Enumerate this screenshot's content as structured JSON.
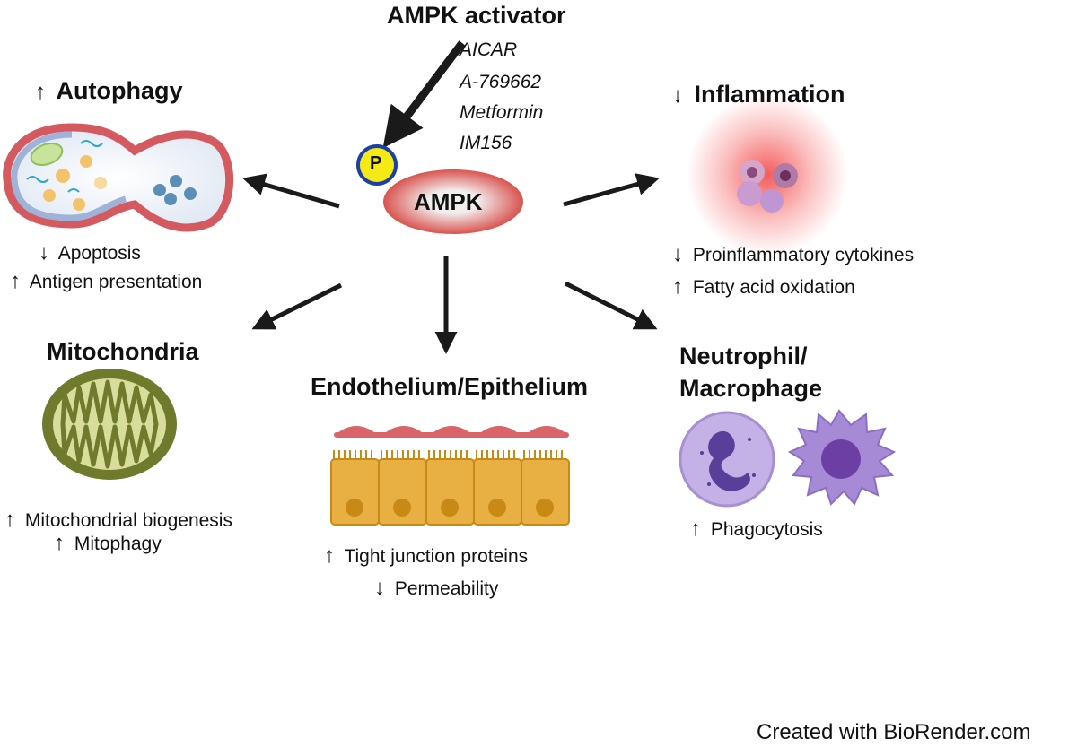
{
  "activator": {
    "title": "AMPK activator",
    "drugs": [
      "AICAR",
      "A-769662",
      "Metformin",
      "IM156"
    ]
  },
  "center": {
    "label": "AMPK",
    "phospho": "P"
  },
  "autophagy": {
    "arrow": "↑",
    "title": "Autophagy",
    "effects": [
      {
        "arrow": "↓",
        "text": "Apoptosis"
      },
      {
        "arrow": "↑",
        "text": "Antigen presentation"
      }
    ]
  },
  "inflammation": {
    "arrow": "↓",
    "title": "Inflammation",
    "effects": [
      {
        "arrow": "↓",
        "text": "Proinflammatory cytokines"
      },
      {
        "arrow": "↑",
        "text": "Fatty acid oxidation"
      }
    ]
  },
  "mitochondria": {
    "title": "Mitochondria",
    "effects": [
      {
        "arrow": "↑",
        "text": "Mitochondrial biogenesis"
      },
      {
        "arrow": "↑",
        "text": "Mitophagy"
      }
    ]
  },
  "endothelium": {
    "title": "Endothelium/Epithelium",
    "effects": [
      {
        "arrow": "↑",
        "text": "Tight junction proteins"
      },
      {
        "arrow": "↓",
        "text": "Permeability"
      }
    ]
  },
  "immune": {
    "title_line1": "Neutrophil/",
    "title_line2": "Macrophage",
    "effects": [
      {
        "arrow": "↑",
        "text": "Phagocytosis"
      }
    ]
  },
  "credit": "Created with  BioRender.com",
  "colors": {
    "ampk_center": "#f2eeee",
    "ampk_edge": "#d9534f",
    "phospho_fill": "#f5ea14",
    "phospho_ring": "#1d3fa8",
    "arrow": "#1a1a1a",
    "mito_outer": "#6f7a2c",
    "mito_inner": "#d8dd9c",
    "epi_cell": "#e8b043",
    "epi_nucleus": "#c98a15",
    "endo_cell": "#d9656a",
    "neutrophil": "#c4b2e6",
    "neutrophil_nucleus": "#5a3f9a",
    "macrophage": "#a78ad6",
    "inflam_glow": "#f24a4a"
  }
}
